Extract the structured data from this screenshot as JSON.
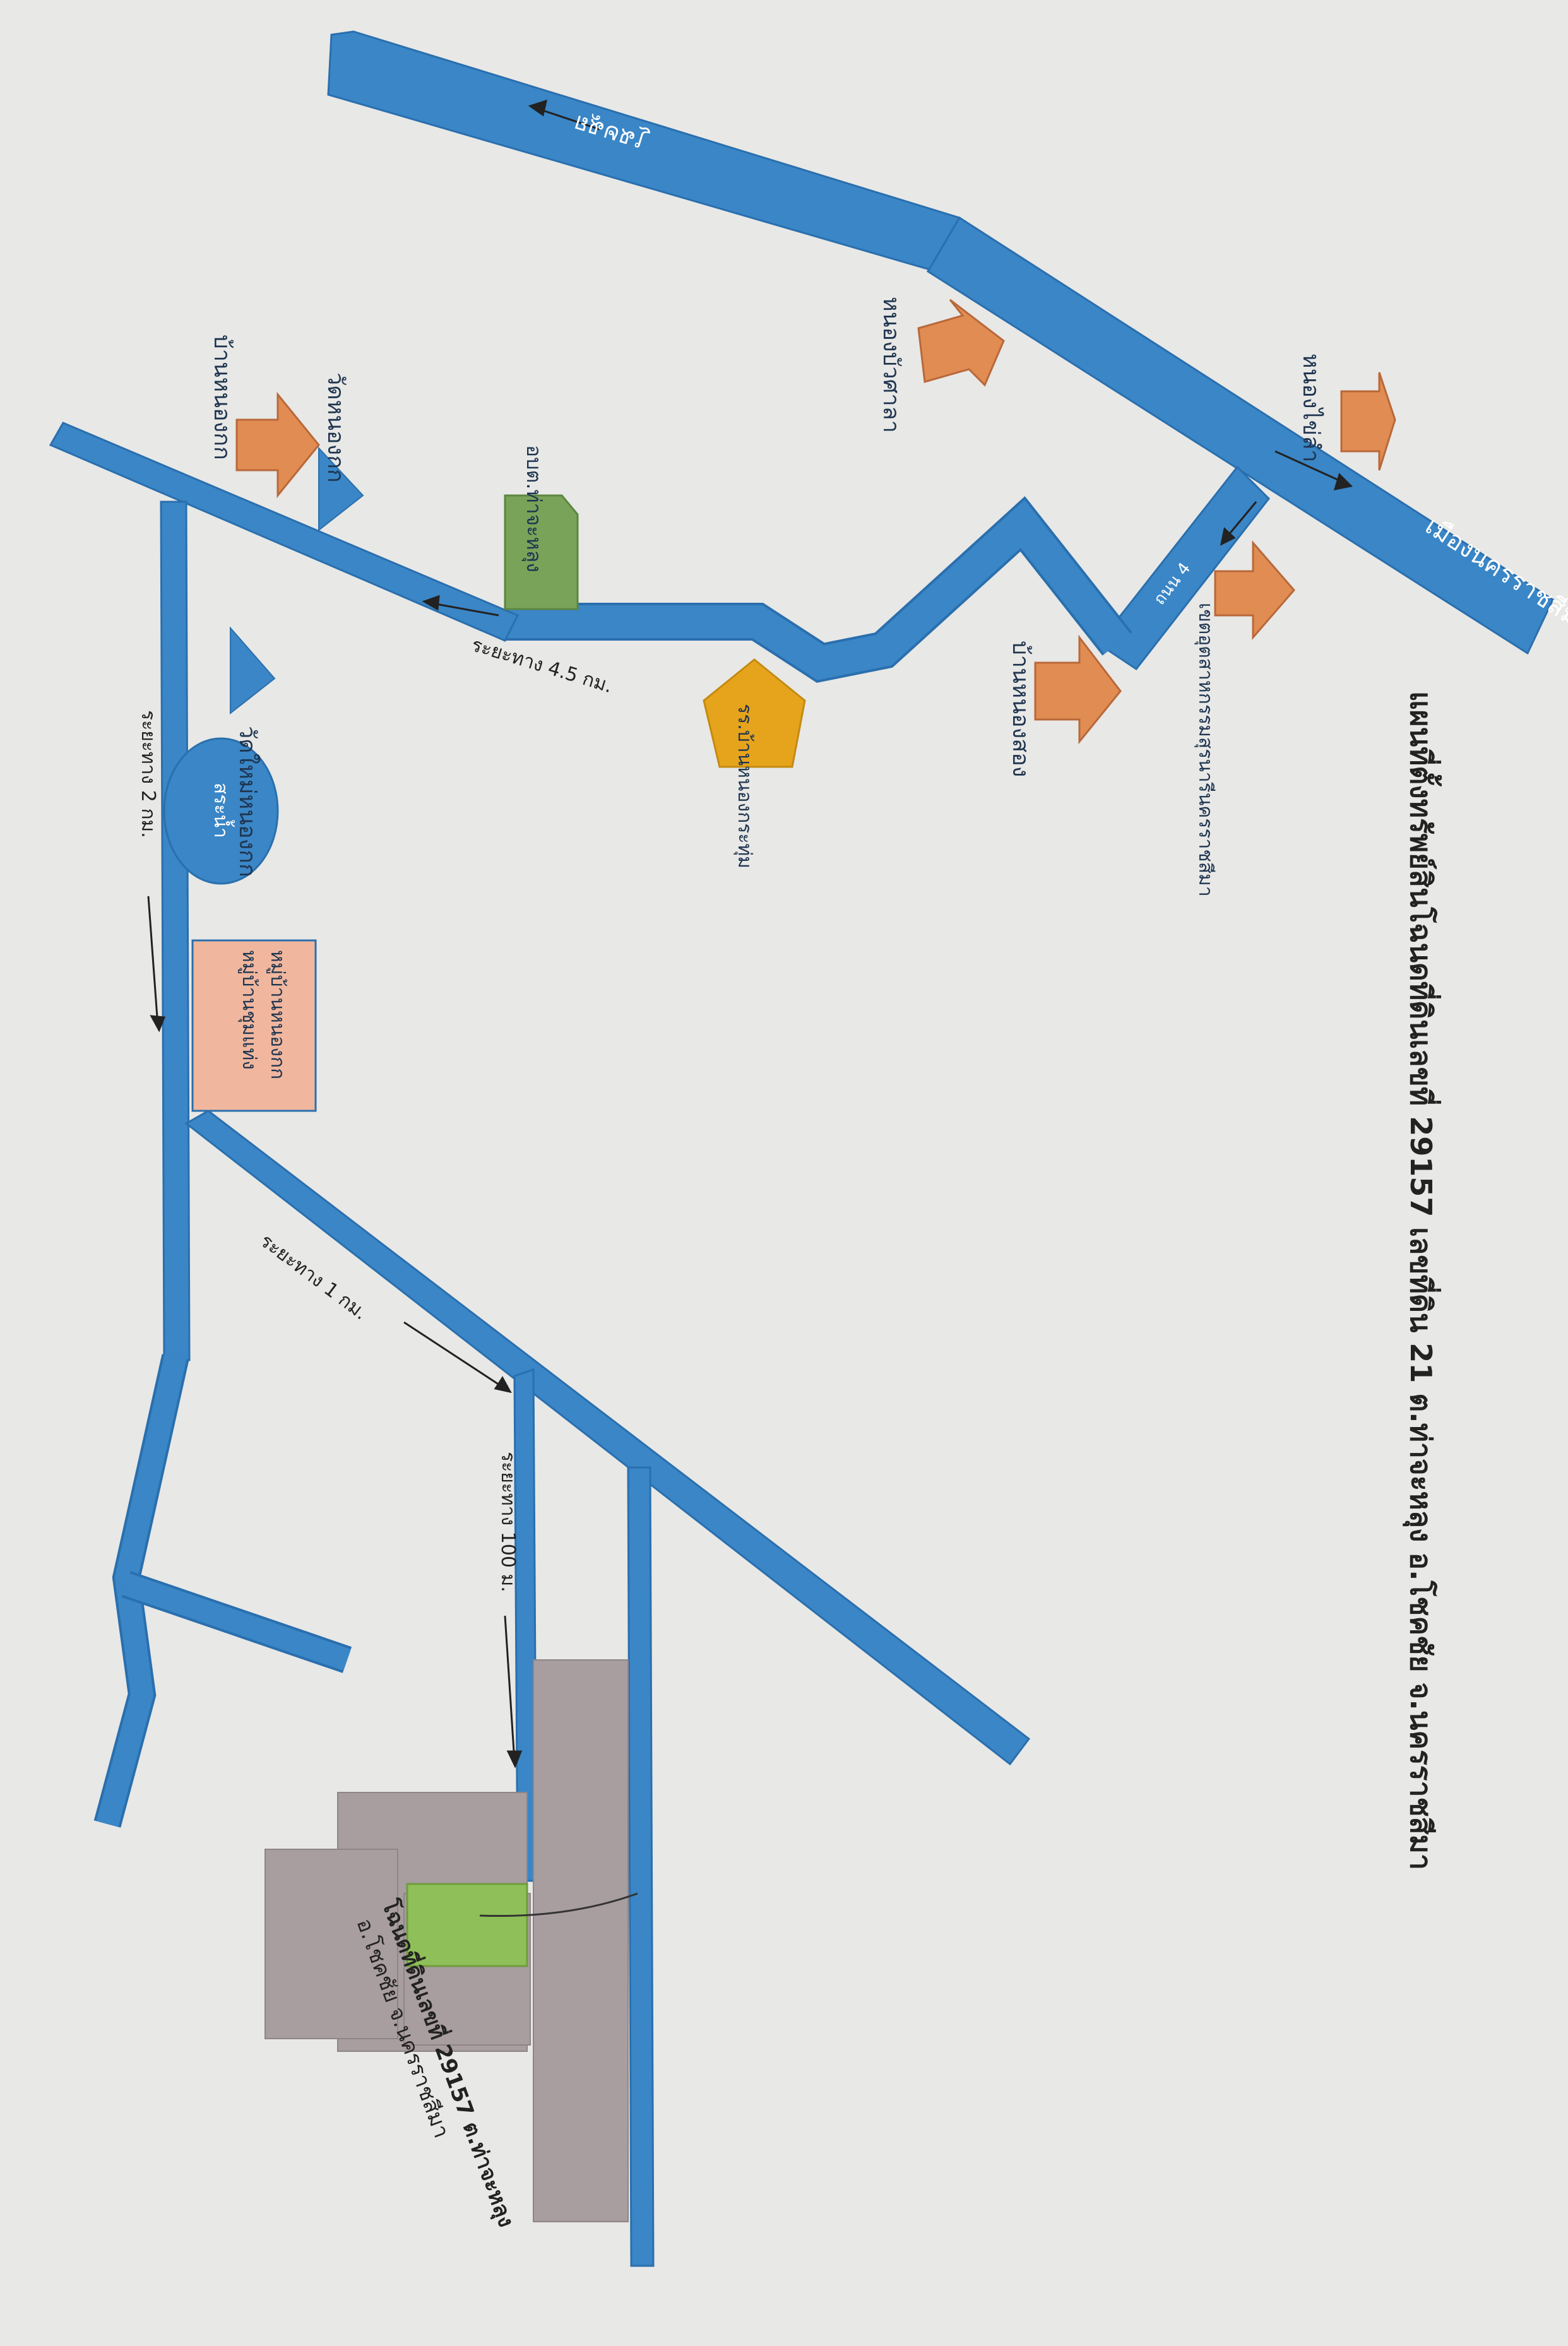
{
  "map": {
    "title": "แผนที่ตั้งทรัพย์สินโฉนดที่ดินเลขที่ 29157 เลขที่ดิน 21 ต.ท่าจะหลุง อ.โชคชัย จ.นครราชสีมา",
    "roads": {
      "chok_chai": "โชคชัย",
      "nakhon_ratchasima": "เมืองนครราชสีมา",
      "route_4": "ถนน 4"
    },
    "places": {
      "nong_bua_sala": "หนองบัวศาลา",
      "nong_khai_lam": "หนองไข่ลำ",
      "ban_nong_song": "บ้านหนองสอง",
      "industrial_estate": "เขตอุตสาหกรรมสุรนารีนครราชสีมา",
      "ban_nong_kok": "บ้านหนองกก",
      "wat_nong_kok": "วัดหนองกก",
      "tha_chalung_sao": "อบต.ท่าจะหลุง",
      "wat_mai_nong_kok": "วัดใหม่หนองกก",
      "school_ban_nong_krathum": "รร.บ้านหนองกระทุ่ม",
      "pond": "สระน้ำ",
      "ban_nong_kok_village": "หมู่บ้านหนองกก",
      "ban_nong_kok_village_2": "หมู่บ้านชุมแท่ง"
    },
    "distances": {
      "d_4_5": "ระยะทาง 4.5 กม.",
      "d_2": "ระยะทาง 2 กม.",
      "d_1": "ระยะทาง 1 กม.",
      "d_100": "ระยะทาง 100 ม."
    },
    "property": {
      "label_line1": "โฉนดที่ดินเลขที่ 29157 ต.ท่าจะหลุง",
      "label_line2": "อ.โชคชัย จ.นครราชสีมา"
    }
  },
  "colors": {
    "road": "#3a86c6",
    "marker": "#e08c52",
    "office": "#7aa35a",
    "school": "#e6a41c",
    "pond": "#3a86c6",
    "village": "#f0b79e",
    "property": "#8fbf58",
    "plot": "#a89d9f"
  },
  "icons": {
    "marker": "arrow-marker-icon",
    "temple": "temple-flag-icon"
  }
}
